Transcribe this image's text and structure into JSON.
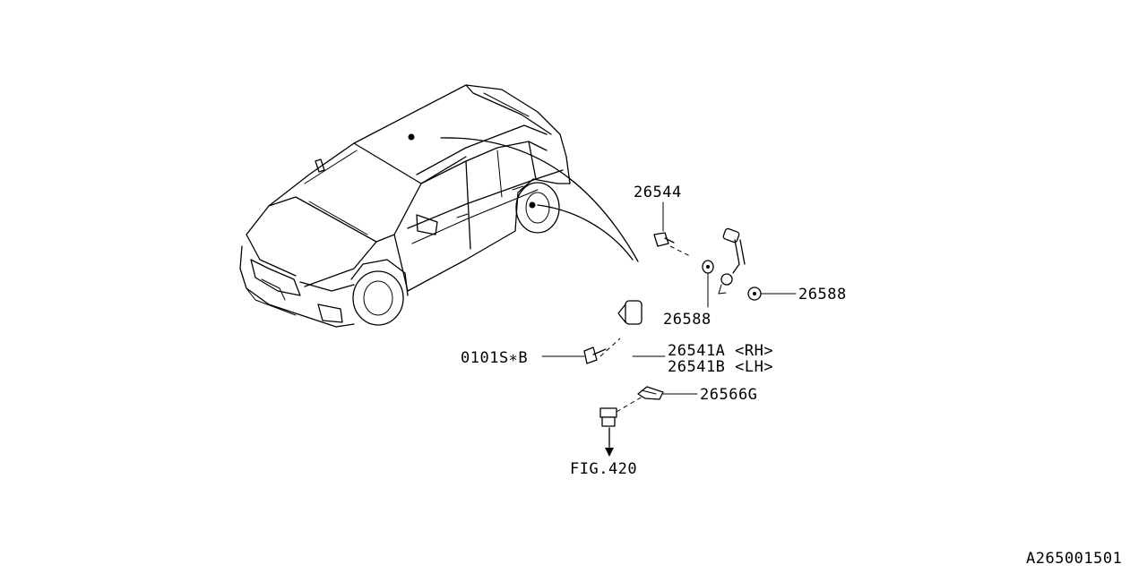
{
  "parts": {
    "bolt_top": "26544",
    "washer_center": "26588",
    "washer_right": "26588",
    "bolt_left": "0101S∗B",
    "hose_rh": "26541A <RH>",
    "hose_lh": "26541B <LH>",
    "clip": "26566G"
  },
  "references": {
    "figure": "FIG.420",
    "drawing_id": "A265001501"
  }
}
